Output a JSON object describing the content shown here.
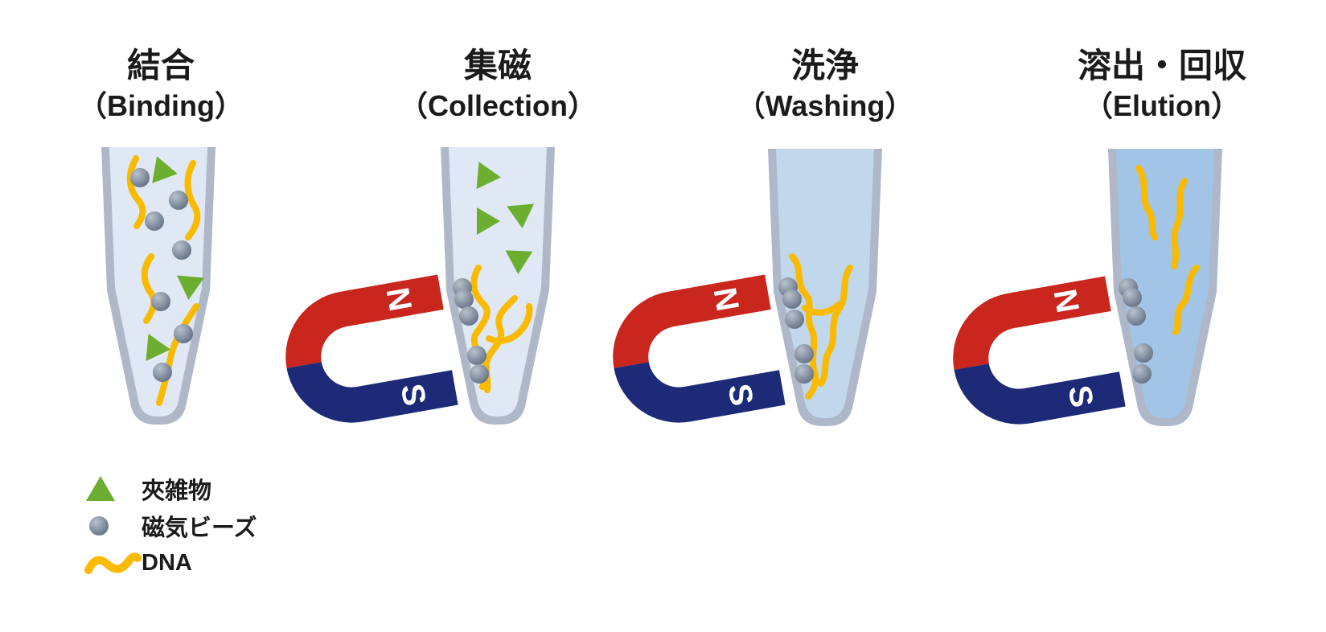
{
  "diagram": {
    "stages": [
      {
        "title_ja": "結合",
        "title_en": "（Binding）",
        "has_magnet": false,
        "impurities": 3,
        "beads": 7,
        "dna_strands": 4,
        "liquid_color": "#dfe8f4"
      },
      {
        "title_ja": "集磁",
        "title_en": "（Collection）",
        "has_magnet": true,
        "impurities": 4,
        "beads": 5,
        "dna_strands": 3,
        "liquid_color": "#dfe8f4"
      },
      {
        "title_ja": "洗浄",
        "title_en": "（Washing）",
        "has_magnet": true,
        "impurities": 0,
        "beads": 5,
        "dna_strands": 3,
        "liquid_color": "#c0d7ec"
      },
      {
        "title_ja": "溶出・回収",
        "title_en": "（Elution）",
        "has_magnet": true,
        "impurities": 0,
        "beads": 5,
        "dna_strands": 3,
        "liquid_color": "#a2c4e6"
      }
    ],
    "magnet": {
      "north_label": "N",
      "south_label": "S",
      "north_color": "#c9271e",
      "south_color": "#1c2a78"
    },
    "legend": {
      "items": [
        {
          "icon": "impurity-triangle-icon",
          "label": "夾雑物"
        },
        {
          "icon": "magnetic-bead-icon",
          "label": "磁気ビーズ"
        },
        {
          "icon": "dna-strand-icon",
          "label": "DNA"
        }
      ]
    },
    "colors": {
      "impurity_green": "#6cae2f",
      "bead_gray": "#6e7b8d",
      "dna_yellow": "#f9ba00",
      "tube_wall": "#aeb8c9",
      "text": "#1b1b1b"
    }
  }
}
